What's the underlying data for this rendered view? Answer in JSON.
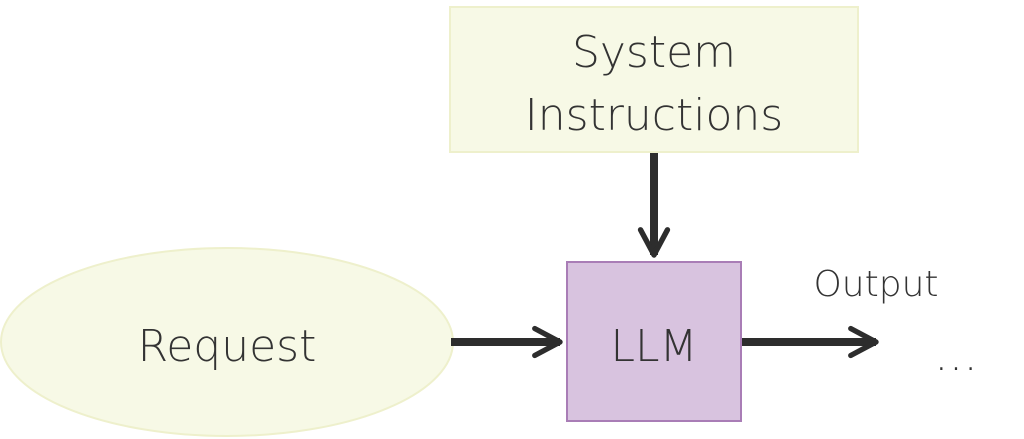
{
  "diagram": {
    "system_box": {
      "line1": "System",
      "line2": "Instructions",
      "fill": "#f7f9e6",
      "stroke": "#eef0cc"
    },
    "request": {
      "label": "Request",
      "fill": "#f7f9e6",
      "stroke": "#eef0cc"
    },
    "llm": {
      "label": "LLM",
      "fill": "#d8c3df",
      "stroke": "#a97db6"
    },
    "output": {
      "label": "Output",
      "ellipsis": "…"
    },
    "colors": {
      "arrow": "#2d2d2d",
      "text": "#333333"
    }
  }
}
